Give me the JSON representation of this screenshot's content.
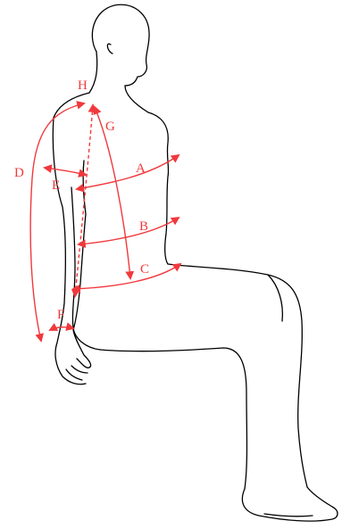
{
  "colors": {
    "accent": "#f0393c",
    "figure_outline": "#000000",
    "background": "#ffffff"
  },
  "measurements": [
    {
      "id": "A",
      "label": "A"
    },
    {
      "id": "B",
      "label": "B"
    },
    {
      "id": "C",
      "label": "C"
    },
    {
      "id": "D",
      "label": "D"
    },
    {
      "id": "E",
      "label": "E"
    },
    {
      "id": "F",
      "label": "F"
    },
    {
      "id": "G",
      "label": "G"
    },
    {
      "id": "H",
      "label": "H"
    }
  ]
}
